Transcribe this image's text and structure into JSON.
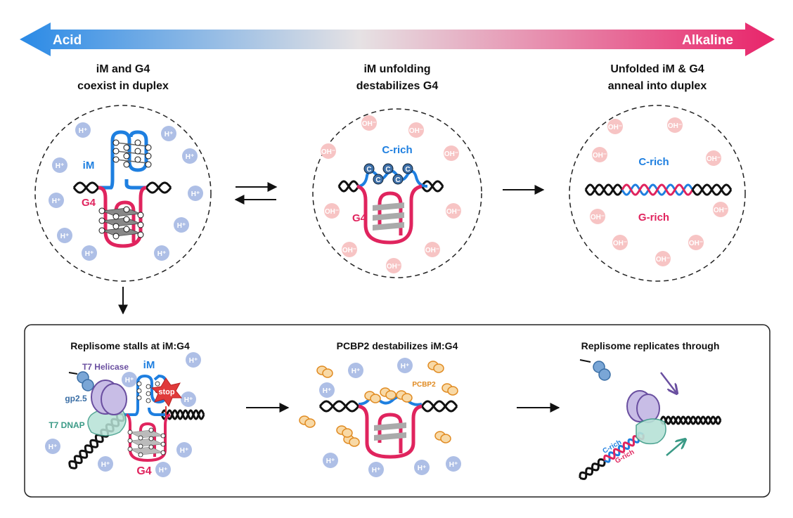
{
  "gradient": {
    "left_label": "Acid",
    "right_label": "Alkaline",
    "colors": {
      "acid": "#2a8ae6",
      "mid": "#e4e0e2",
      "alkaline": "#e8246a"
    }
  },
  "states": [
    {
      "title_line1": "iM and G4",
      "title_line2": "coexist in duplex",
      "labels": {
        "im": "iM",
        "g4": "G4"
      },
      "ion": "H⁺"
    },
    {
      "title_line1": "iM unfolding",
      "title_line2": "destabilizes G4",
      "labels": {
        "c_rich": "C-rich",
        "g4": "G4",
        "c": "C"
      },
      "ion": "OH⁻"
    },
    {
      "title_line1": "Unfolded iM & G4",
      "title_line2": "anneal into duplex",
      "labels": {
        "c_rich": "C-rich",
        "g_rich": "G-rich"
      },
      "ion": "OH⁻"
    }
  ],
  "panel": [
    {
      "title": "Replisome stalls at iM:G4",
      "labels": {
        "helicase": "T7 Helicase",
        "im": "iM",
        "gp25": "gp2.5",
        "stop": "stop",
        "dnap": "T7 DNAP",
        "g4": "G4"
      },
      "ion": "H⁺"
    },
    {
      "title": "PCBP2 destabilizes iM:G4",
      "labels": {
        "pcbp2": "PCBP2"
      },
      "ion": "H⁺"
    },
    {
      "title": "Replisome replicates through",
      "labels": {
        "c_rich": "C-rich",
        "g_rich": "G-rich"
      }
    }
  ],
  "colors": {
    "im": "#1e7fe0",
    "g4": "#e0245e",
    "helicase": "#6a4fa0",
    "gp25": "#3a6ea5",
    "dnap": "#3a9a86",
    "pcbp2": "#e08a20",
    "proton": "#aebfe6",
    "hydroxide": "#f7c4c4"
  }
}
